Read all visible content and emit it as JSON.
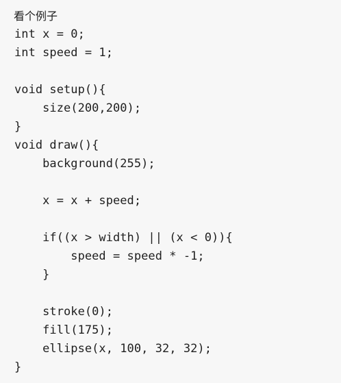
{
  "heading": "看个例子",
  "code": {
    "lines": [
      "int x = 0;",
      "int speed = 1;",
      "",
      "void setup(){",
      "    size(200,200);",
      "}",
      "void draw(){",
      "    background(255);",
      "",
      "    x = x + speed;",
      "",
      "    if((x > width) || (x < 0)){",
      "        speed = speed * -1;",
      "    }",
      "",
      "    stroke(0);",
      "    fill(175);",
      "    ellipse(x, 100, 32, 32);",
      "}"
    ]
  }
}
